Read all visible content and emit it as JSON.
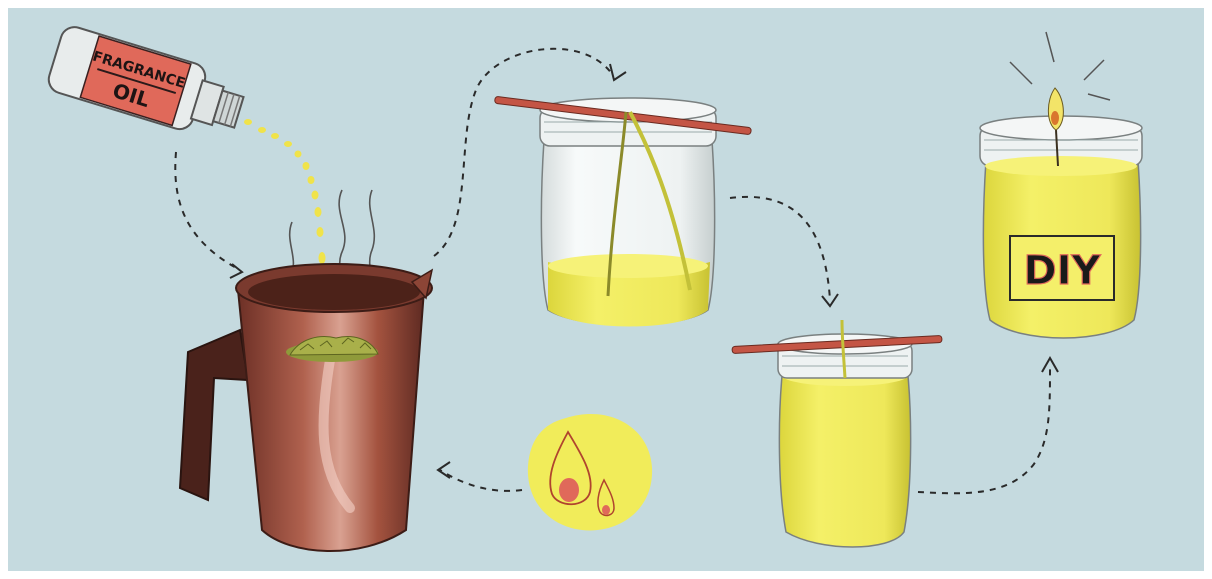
{
  "colors": {
    "background": "#c5dadf",
    "border": "#ffffff",
    "copper": "#9b4e3e",
    "copper_dark": "#5e2a22",
    "copper_light": "#d79a88",
    "wax_yellow": "#f1ee52",
    "wax_yellow_dark": "#c9c53a",
    "glass": "#eef3f3",
    "label_red": "#e0695a",
    "stick_red": "#c45545",
    "flame_badge": "#f1ec5a",
    "arrow": "#2a2a2a"
  },
  "bottle": {
    "label_line1": "FRAGRANCE",
    "label_line2": "OIL"
  },
  "final_jar": {
    "label": "DIY"
  },
  "icons": {
    "bottle": "fragrance-oil-bottle-icon",
    "pitcher": "melting-pitcher-icon",
    "flame": "flame-icon"
  }
}
